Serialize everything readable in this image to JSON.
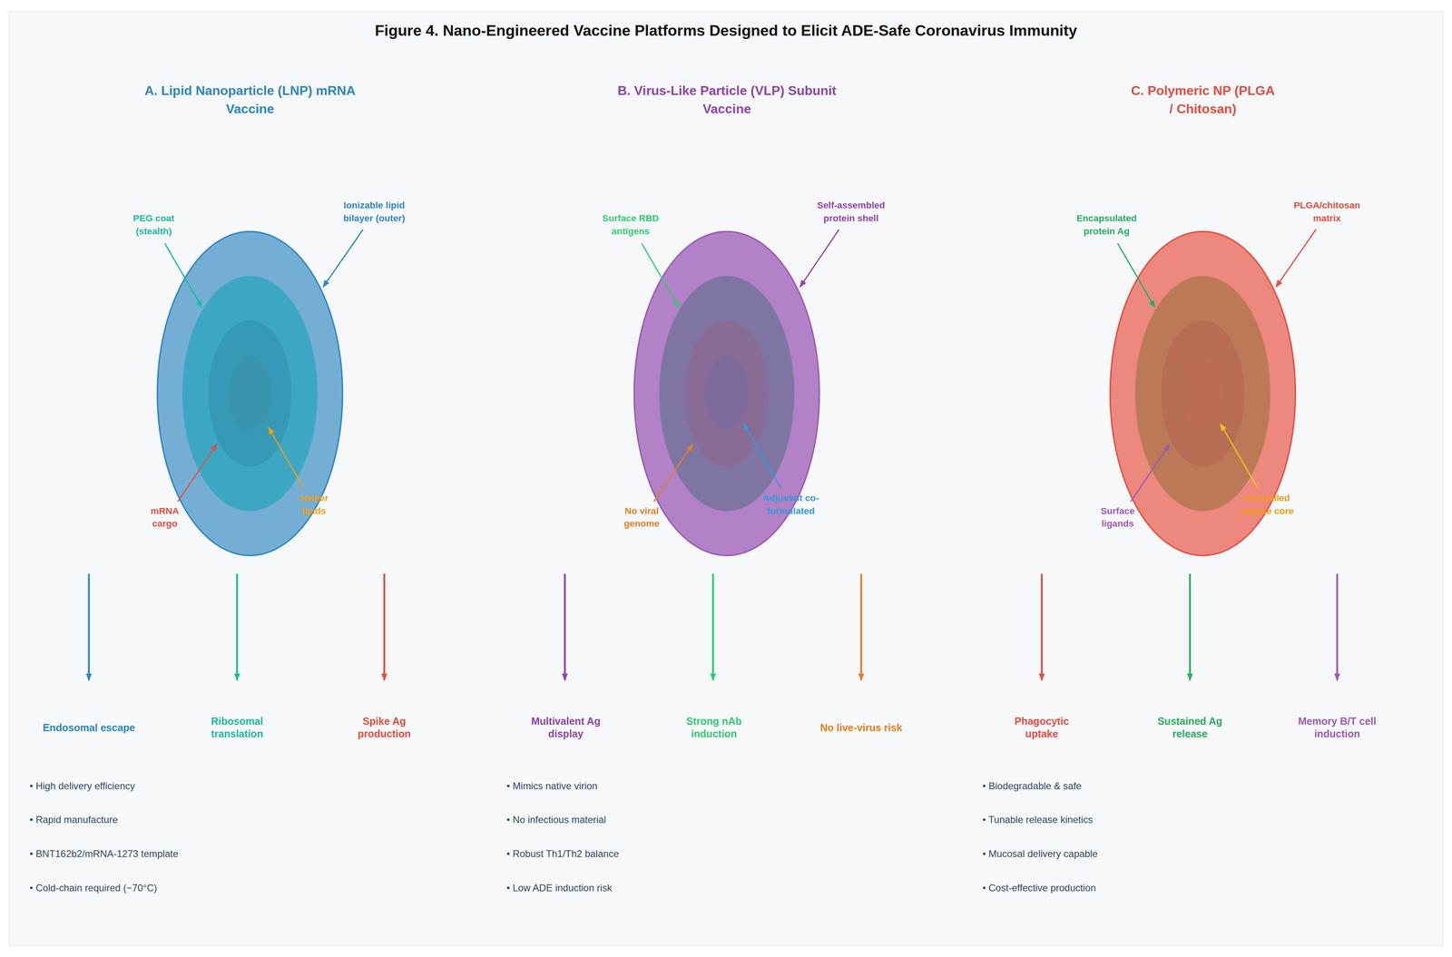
{
  "diagram": {
    "title": "Figure 4. Nano-Engineered Vaccine Platforms Designed to Elicit ADE-Safe Coronavirus Immunity",
    "nodes": [
      {
        "text": [
          "A. Lipid Nanoparticle (LNP) mRNA Vaccine"
        ]
      },
      {
        "text": [
          "B. Virus-Like Particle (VLP) Subunit Vaccine"
        ]
      },
      {
        "text": [
          "C. Polymeric NP (PLGA / Chitosan)"
        ]
      }
    ],
    "labels": [
      "PEG coat (stealth)",
      "Ionizable lipid bilayer (outer)",
      "mRNA cargo",
      "Helper lipids",
      "Endosomal escape",
      "Ribosomal translation",
      "Spike Ag production",
      "• High delivery efficiency",
      "• Rapid manufacture",
      "• BNT162b2/mRNA-1273 template",
      "• Cold-chain required (−70°C)",
      "Surface RBD antigens",
      "Self-assembled protein shell",
      "No viral genome",
      "Adjuvant co-formulated",
      "Multivalent Ag display",
      "Strong nAb induction",
      "No live-virus risk",
      "• Mimics native virion",
      "• No infectious material",
      "• Robust Th1/Th2 balance",
      "• Low ADE induction risk",
      "Encapsulated protein Ag",
      "PLGA/chitosan matrix",
      "Surface ligands",
      "Controlled release core",
      "Phagocytic uptake",
      "Sustained Ag release",
      "Memory B/T cell induction",
      "• Biodegradable & safe",
      "• Tunable release kinetics",
      "• Mucosal delivery capable",
      "• Cost-effective production"
    ]
  }
}
